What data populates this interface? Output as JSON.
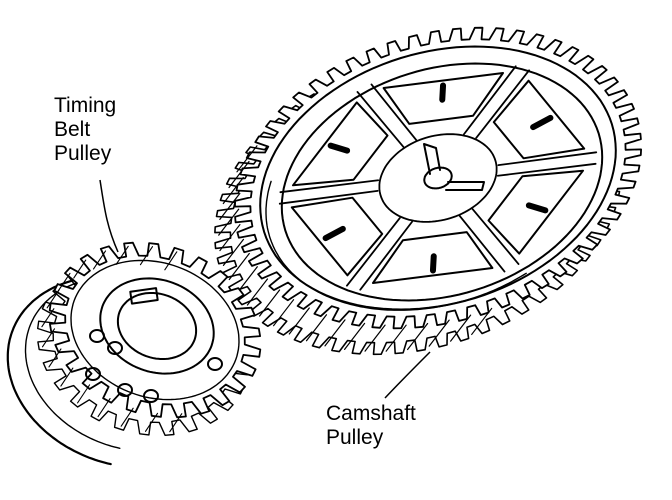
{
  "labels": {
    "timing_belt_pulley": [
      "Timing",
      "Belt",
      "Pulley"
    ],
    "camshaft_pulley": [
      "Camshaft",
      "Pulley"
    ]
  },
  "colors": {
    "ink": "#000000",
    "paper": "#ffffff"
  }
}
